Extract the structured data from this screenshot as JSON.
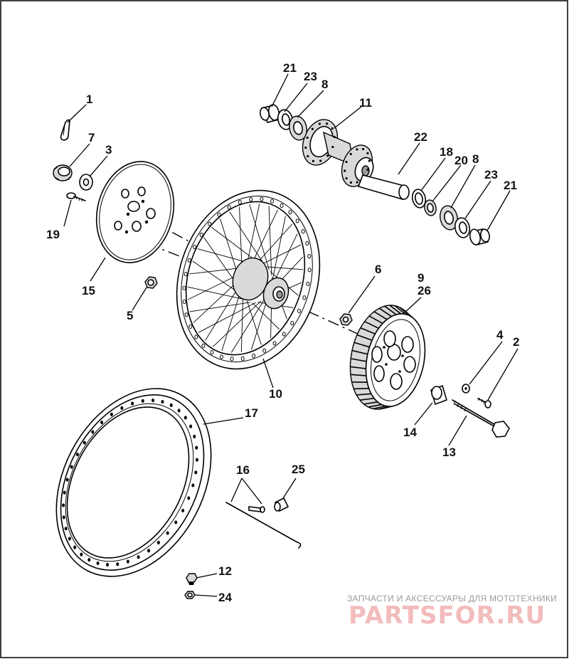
{
  "callouts": [
    {
      "id": "1",
      "label": "1"
    },
    {
      "id": "2",
      "label": "2"
    },
    {
      "id": "3",
      "label": "3"
    },
    {
      "id": "4",
      "label": "4"
    },
    {
      "id": "5",
      "label": "5"
    },
    {
      "id": "6",
      "label": "6"
    },
    {
      "id": "7",
      "label": "7"
    },
    {
      "id": "8a",
      "label": "8"
    },
    {
      "id": "8b",
      "label": "8"
    },
    {
      "id": "9",
      "label": "9"
    },
    {
      "id": "10",
      "label": "10"
    },
    {
      "id": "11",
      "label": "11"
    },
    {
      "id": "12",
      "label": "12"
    },
    {
      "id": "13",
      "label": "13"
    },
    {
      "id": "14",
      "label": "14"
    },
    {
      "id": "15",
      "label": "15"
    },
    {
      "id": "16",
      "label": "16"
    },
    {
      "id": "17",
      "label": "17"
    },
    {
      "id": "18",
      "label": "18"
    },
    {
      "id": "19",
      "label": "19"
    },
    {
      "id": "20",
      "label": "20"
    },
    {
      "id": "21a",
      "label": "21"
    },
    {
      "id": "21b",
      "label": "21"
    },
    {
      "id": "22",
      "label": "22"
    },
    {
      "id": "23a",
      "label": "23"
    },
    {
      "id": "23b",
      "label": "23"
    },
    {
      "id": "24",
      "label": "24"
    },
    {
      "id": "25",
      "label": "25"
    },
    {
      "id": "26",
      "label": "26"
    }
  ],
  "watermark": {
    "tagline": "ЗАПЧАСТИ И АКСЕССУАРЫ ДЛЯ МОТОТЕХНИКИ",
    "logo": "PARTSFOR.RU",
    "color": "#f2bcbc"
  }
}
